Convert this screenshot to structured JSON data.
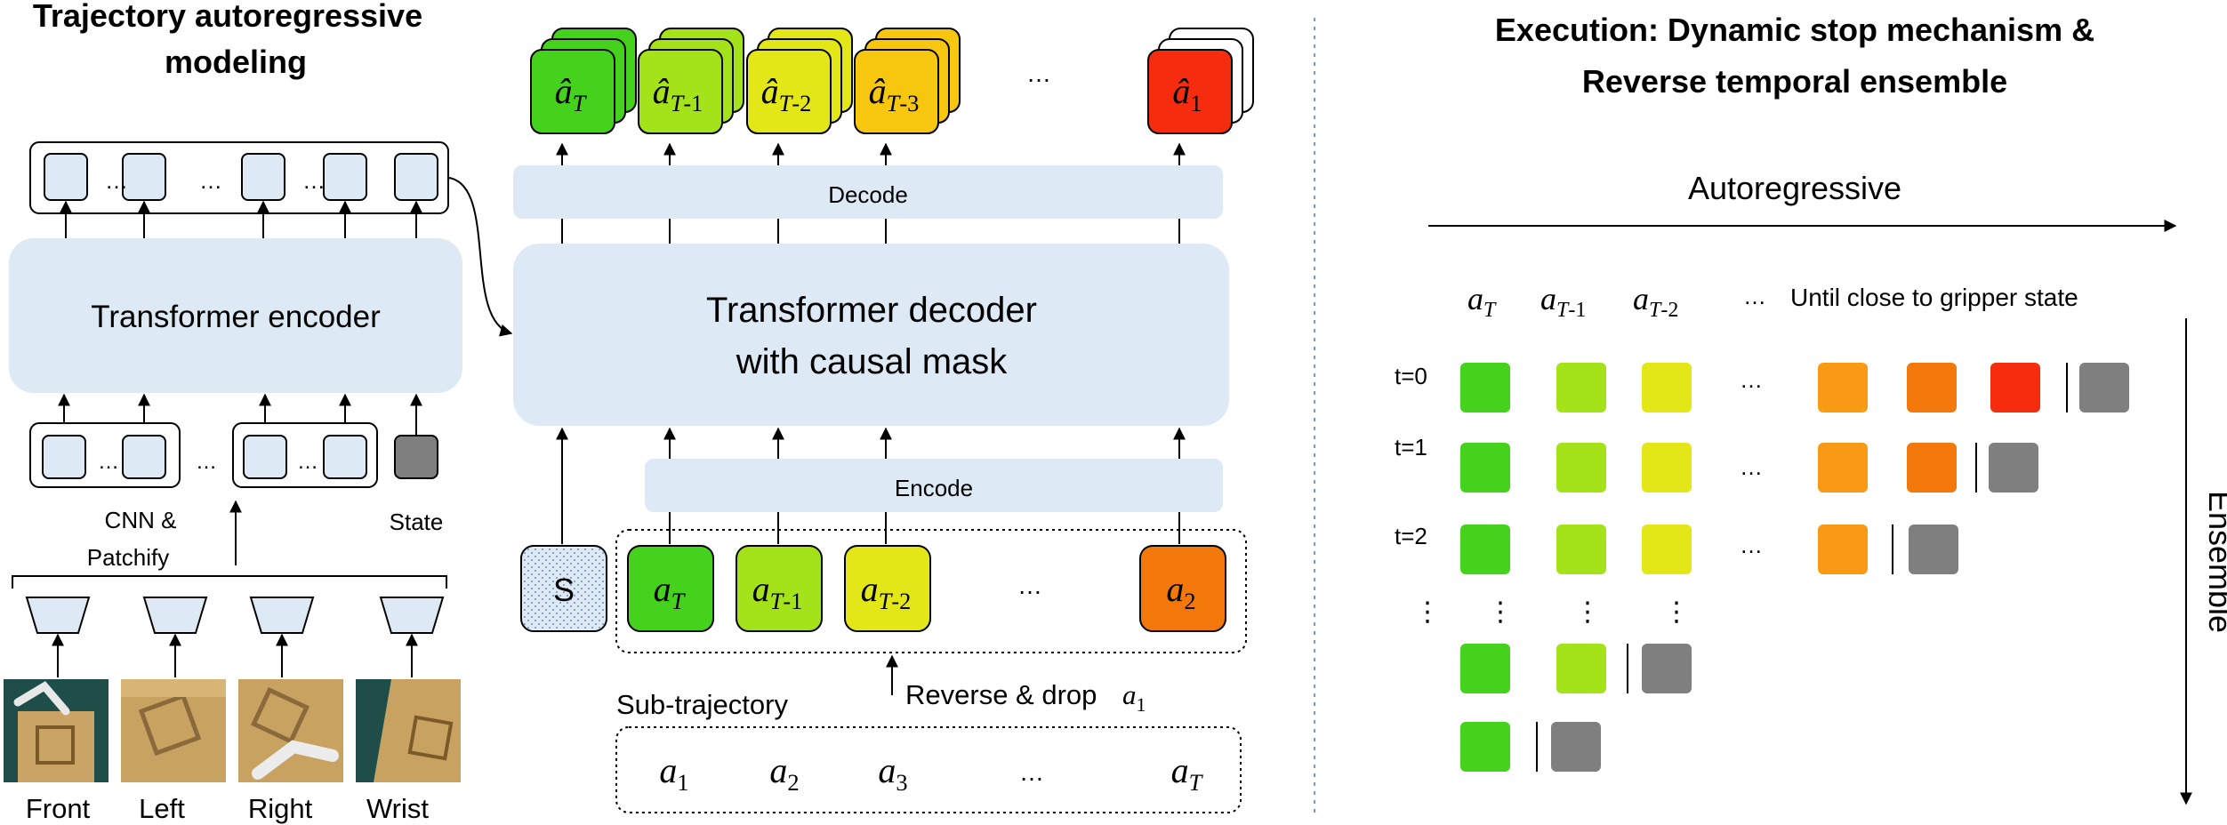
{
  "left": {
    "title_line1": "Trajectory autoregressive",
    "title_line2": "modeling",
    "encoder_label": "Transformer encoder",
    "ellipsis": "…",
    "cnn_line1": "CNN &",
    "cnn_line2": "Patchify",
    "state_label": "State",
    "views": [
      "Front",
      "Left",
      "Right",
      "Wrist"
    ]
  },
  "middle": {
    "decode_label": "Decode",
    "decoder_line1": "Transformer decoder",
    "decoder_line2": "with causal mask",
    "encode_label": "Encode",
    "start_token": "S",
    "sub_trajectory": "Sub-trajectory",
    "reverse_drop": "Reverse & drop",
    "ellipsis": "…",
    "pred_tokens": [
      {
        "base": "a",
        "sub": "T",
        "color": "#44d21c"
      },
      {
        "base": "a",
        "sub": "T-1",
        "color": "#a4e21a"
      },
      {
        "base": "a",
        "sub": "T-2",
        "color": "#e3e718"
      },
      {
        "base": "a",
        "sub": "T-3",
        "color": "#f7c60e"
      },
      {
        "base": "a",
        "sub": "1",
        "color": "#f52c0e"
      }
    ],
    "input_tokens": [
      {
        "base": "a",
        "sub": "T",
        "color": "#44d21c"
      },
      {
        "base": "a",
        "sub": "T-1",
        "color": "#a4e21a"
      },
      {
        "base": "a",
        "sub": "T-2",
        "color": "#e3e718"
      },
      {
        "base": "a",
        "sub": "2",
        "color": "#f2780c"
      }
    ],
    "sub_traj_tokens": [
      {
        "base": "a",
        "sub": "1"
      },
      {
        "base": "a",
        "sub": "2"
      },
      {
        "base": "a",
        "sub": "3"
      },
      {
        "base": "a",
        "sub": "T"
      }
    ]
  },
  "right": {
    "title_line1": "Execution: Dynamic stop mechanism &",
    "title_line2": "Reverse temporal ensemble",
    "autoregressive": "Autoregressive",
    "ensemble": "Ensemble",
    "until_label": "Until close to  gripper state",
    "ellipsis": "…",
    "vdots": "⋮",
    "header_tokens": [
      {
        "base": "a",
        "sub": "T"
      },
      {
        "base": "a",
        "sub": "T-1"
      },
      {
        "base": "a",
        "sub": "T-2"
      }
    ],
    "row_labels": [
      "t=0",
      "t=1",
      "t=2"
    ],
    "colors": {
      "c1": "#44d21c",
      "c2": "#a4e21a",
      "c3": "#e3e718",
      "c4": "#f89a14",
      "c5": "#f2780c",
      "c6": "#f52c0e",
      "gray": "#7f7f7f"
    }
  }
}
